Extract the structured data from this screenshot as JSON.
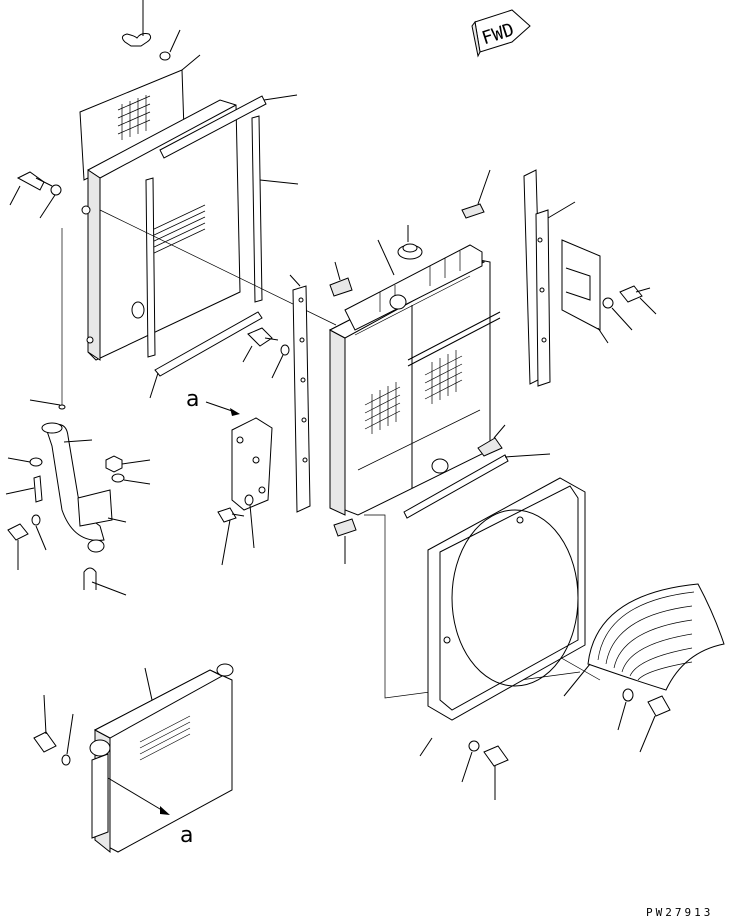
{
  "direction_marker": {
    "text": "FWD"
  },
  "reference_labels": {
    "upper": "a",
    "lower": "a"
  },
  "drawing_code": "PW27913"
}
